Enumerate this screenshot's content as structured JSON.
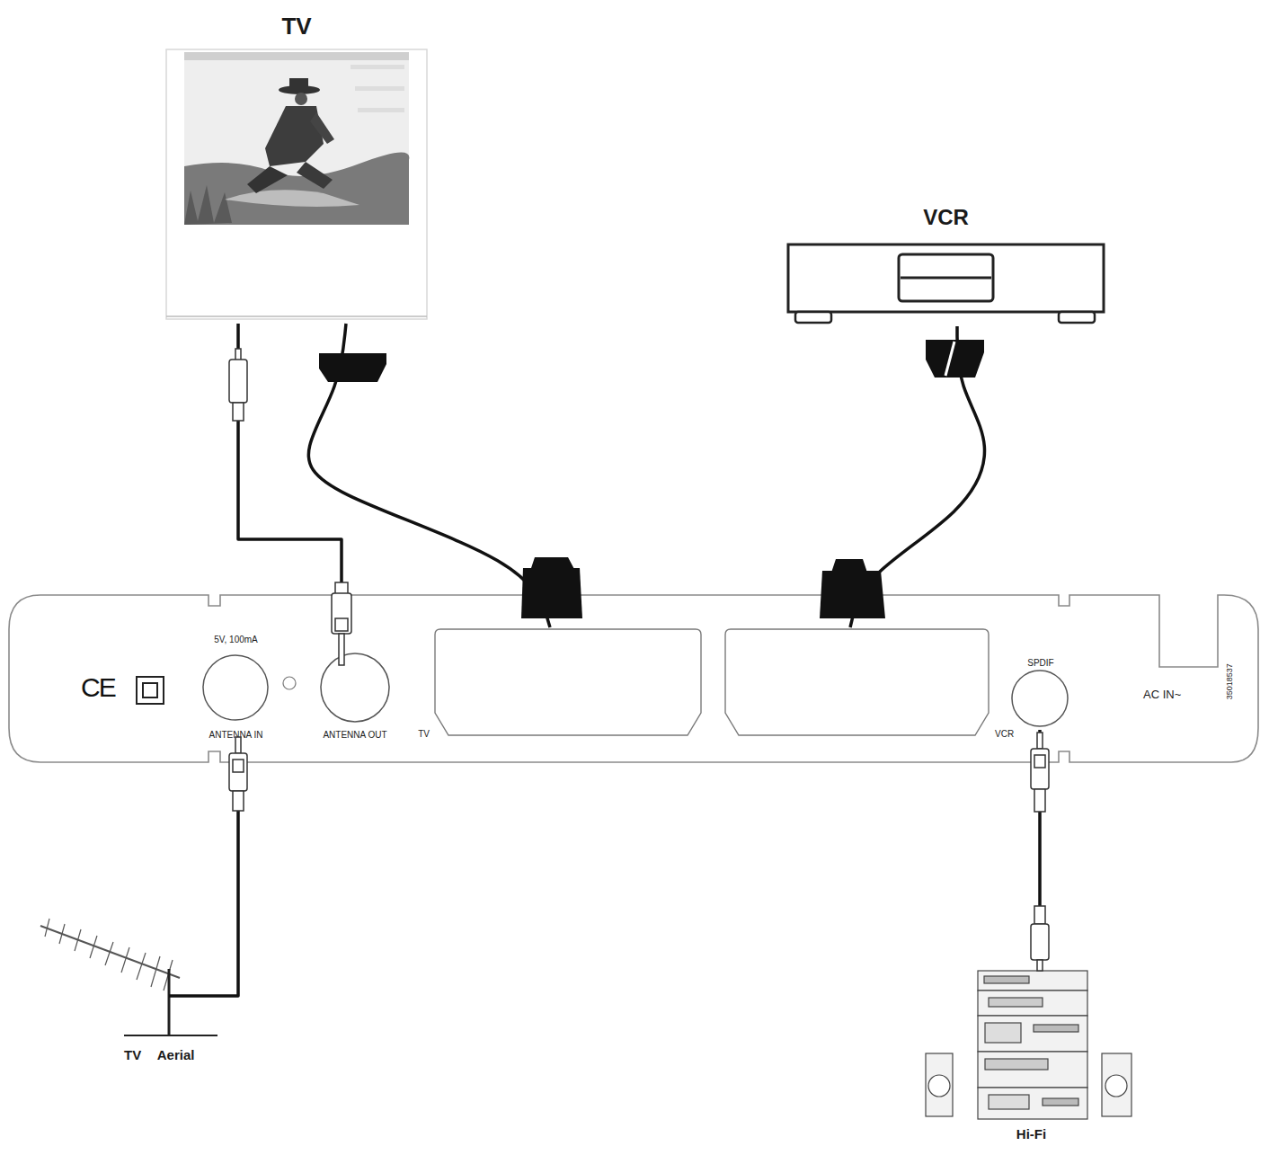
{
  "diagram": {
    "nodes": [
      {
        "text": [
          "TV"
        ]
      },
      {
        "text": [
          "VCR"
        ]
      },
      {
        "text": [
          "AC IN~",
          "35018537"
        ]
      },
      {
        "text": [
          "5V, 100mA",
          "ANTENNA IN"
        ],
        "in": 2
      },
      {
        "text": [
          "ANTENNA OUT"
        ],
        "in": 2
      },
      {
        "text": [
          "TV"
        ],
        "in": 2
      },
      {
        "text": [
          "VCR"
        ],
        "in": 2
      },
      {
        "text": [
          "SPDIF"
        ],
        "in": 2
      },
      {
        "text": [
          "TV Aerial"
        ]
      },
      {
        "text": [
          "Hi-Fi"
        ]
      }
    ],
    "edges": [
      {
        "from": 0,
        "to": 4,
        "arrow": "none"
      },
      {
        "from": 0,
        "to": 5,
        "arrow": "none"
      },
      {
        "from": 1,
        "to": 6,
        "arrow": "none"
      },
      {
        "from": 8,
        "to": 3,
        "arrow": "none"
      },
      {
        "from": 7,
        "to": 9,
        "arrow": "none"
      }
    ],
    "labels": [
      "CE"
    ]
  }
}
